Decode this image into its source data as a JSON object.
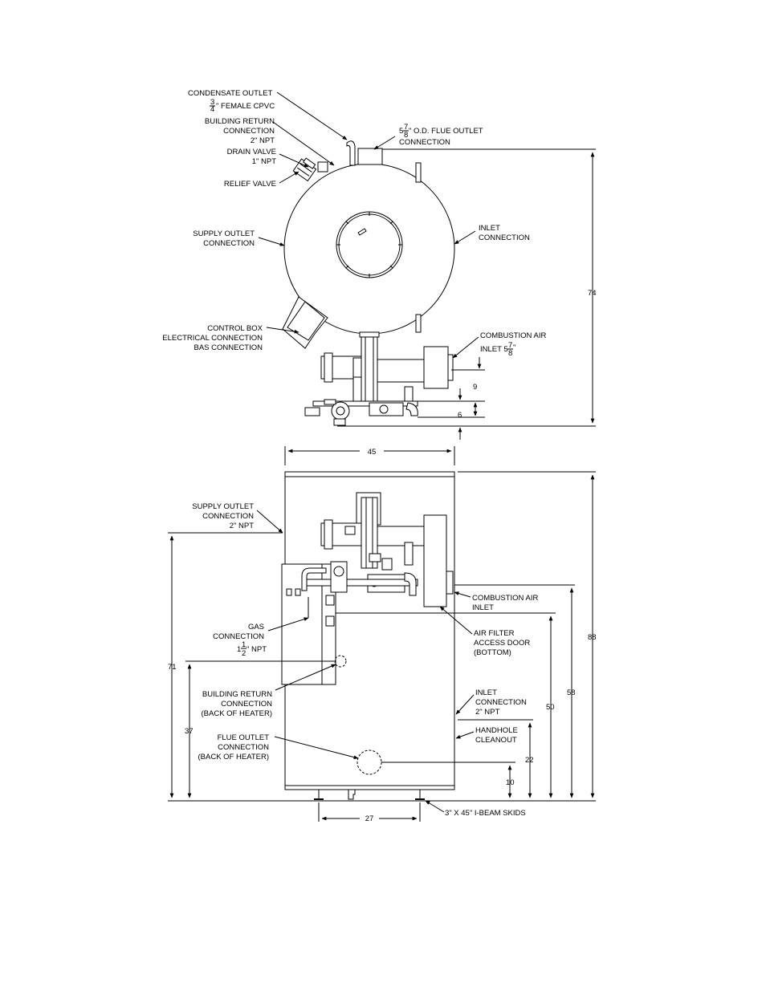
{
  "top_view": {
    "condensate_outlet": "CONDENSATE OUTLET",
    "condensate_frac_num": "3",
    "condensate_frac_den": "4",
    "condensate_size": "\" FEMALE CPVC",
    "building_return_1": "BUILDING RETURN",
    "building_return_2": "CONNECTION",
    "building_return_3": "2\" NPT",
    "drain_valve_1": "DRAIN VALVE",
    "drain_valve_2": "1\" NPT",
    "relief_valve": "RELIEF VALVE",
    "flue_whole": "5",
    "flue_frac_num": "7",
    "flue_frac_den": "8",
    "flue_1": "\" O.D. FLUE OUTLET",
    "flue_2": "CONNECTION",
    "supply_outlet_1": "SUPPLY OUTLET",
    "supply_outlet_2": "CONNECTION",
    "inlet_1": "INLET",
    "inlet_2": "CONNECTION",
    "control_box_1": "CONTROL BOX",
    "control_box_2": "ELECTRICAL CONNECTION",
    "control_box_3": "BAS CONNECTION",
    "combustion_air_1": "COMBUSTION AIR",
    "combustion_air_2": "INLET 5",
    "combustion_frac_num": "7",
    "combustion_frac_den": "8",
    "combustion_inch": "\"",
    "dim_74": "74",
    "dim_9": "9",
    "dim_6": "6",
    "dim_45": "45"
  },
  "front_view": {
    "supply_outlet_1": "SUPPLY OUTLET",
    "supply_outlet_2": "CONNECTION",
    "supply_outlet_3": "2\" NPT",
    "combustion_air_1": "COMBUSTION AIR",
    "combustion_air_2": "INLET",
    "air_filter_1": "AIR FILTER",
    "air_filter_2": "ACCESS DOOR",
    "air_filter_3": "(BOTTOM)",
    "gas_1": "GAS",
    "gas_2": "CONNECTION",
    "gas_whole": "1",
    "gas_frac_num": "1",
    "gas_frac_den": "2",
    "gas_3": "\" NPT",
    "building_return_1": "BUILDING RETURN",
    "building_return_2": "CONNECTION",
    "building_return_3": "(BACK OF HEATER)",
    "inlet_1": "INLET",
    "inlet_2": "CONNECTION",
    "inlet_3": "2\" NPT",
    "handhole_1": "HANDHOLE",
    "handhole_2": "CLEANOUT",
    "flue_outlet_1": "FLUE OUTLET",
    "flue_outlet_2": "CONNECTION",
    "flue_outlet_3": "(BACK OF HEATER)",
    "skids": "3\" X 45\" I-BEAM SKIDS",
    "dim_88": "88",
    "dim_71": "71",
    "dim_58": "58",
    "dim_50": "50",
    "dim_37": "37",
    "dim_22": "22",
    "dim_10": "10",
    "dim_27": "27"
  }
}
